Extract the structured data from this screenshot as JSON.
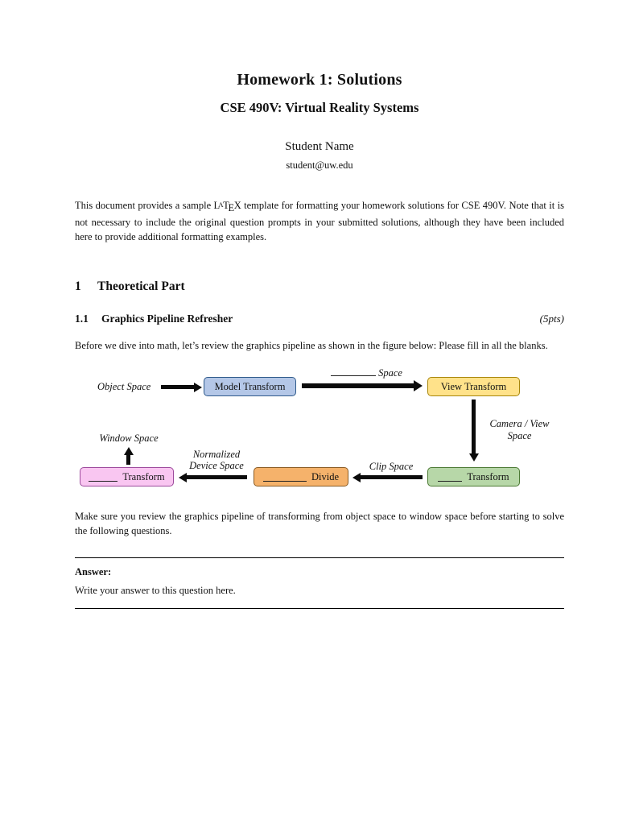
{
  "header": {
    "title": "Homework 1: Solutions",
    "subtitle": "CSE 490V: Virtual Reality Systems",
    "author": "Student Name",
    "email": "student@uw.edu"
  },
  "intro": {
    "part1": "This document provides a sample ",
    "part2": " template for formatting your homework solutions for CSE 490V. Note that it is not necessary to include the original question prompts in your submitted solutions, although they have been included here to provide additional formatting examples."
  },
  "latex_logo": {
    "l": "L",
    "a": "A",
    "t": "T",
    "e": "E",
    "x": "X"
  },
  "section": {
    "number": "1",
    "title": "Theoretical Part"
  },
  "subsection": {
    "number": "1.1",
    "title": "Graphics Pipeline Refresher",
    "points": "(5pts)"
  },
  "question": {
    "prompt": "Before we dive into math, let’s review the graphics pipeline as shown in the figure below: Please fill in all the blanks.",
    "note": "Make sure you review the graphics pipeline of transforming from object space to window space before starting to solve the following questions."
  },
  "diagram": {
    "object_space_label": "Object Space",
    "model_transform_box": "Model Transform",
    "blank_space_label": "Space",
    "view_transform_box": "View Transform",
    "camera_view_label_line1": "Camera / View",
    "camera_view_label_line2": "Space",
    "window_space_label": "Window Space",
    "normalized_label_line1": "Normalized",
    "normalized_label_line2": "Device Space",
    "clip_space_label": "Clip Space",
    "pink_box_label": "Transform",
    "orange_box_label": "Divide",
    "green_box_label": "Transform",
    "colors": {
      "model_fill": "#b4c7e7",
      "model_border": "#2f5a8b",
      "view_fill": "#ffe28a",
      "view_border": "#a8860b",
      "green_fill": "#b7d7a8",
      "green_border": "#4c7a34",
      "orange_fill": "#f5b26b",
      "orange_border": "#8a5a22",
      "pink_fill": "#f9c6f1",
      "pink_border": "#9c4a9c",
      "arrow": "#0b0b0b"
    }
  },
  "answer": {
    "label": "Answer:",
    "body": "Write your answer to this question here."
  }
}
